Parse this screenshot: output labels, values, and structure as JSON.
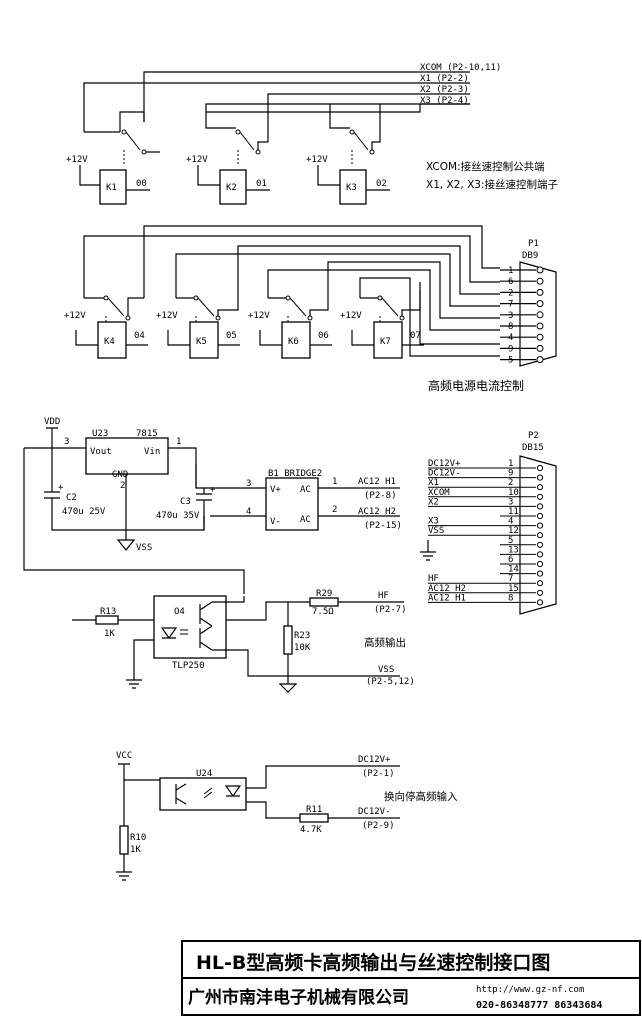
{
  "top_section": {
    "bus": {
      "xcom": "XCOM  (P2-10,11)",
      "x1": "X1    (P2-2)",
      "x2": "X2    (P2-3)",
      "x3": "X3    (P2-4)"
    },
    "relays": [
      {
        "supply": "+12V",
        "name": "K1",
        "port": "00"
      },
      {
        "supply": "+12V",
        "name": "K2",
        "port": "01"
      },
      {
        "supply": "+12V",
        "name": "K3",
        "port": "02"
      }
    ],
    "notes": {
      "xcom": "XCOM:接丝速控制公共端",
      "x123": "X1, X2, X3:接丝速控制端子"
    }
  },
  "p1_section": {
    "connector_name": "P1",
    "connector_type": "DB9",
    "relays": [
      {
        "supply": "+12V",
        "name": "K4",
        "port": "04"
      },
      {
        "supply": "+12V",
        "name": "K5",
        "port": "05"
      },
      {
        "supply": "+12V",
        "name": "K6",
        "port": "06"
      },
      {
        "supply": "+12V",
        "name": "K7",
        "port": "07"
      }
    ],
    "pins": [
      "1",
      "6",
      "2",
      "7",
      "3",
      "8",
      "4",
      "9",
      "5"
    ],
    "caption": "高频电源电流控制"
  },
  "power_section": {
    "vdd": "VDD",
    "reg_ref": "U23",
    "reg_part": "7815",
    "reg_vout": "Vout",
    "reg_vin": "Vin",
    "reg_gnd": "GND",
    "reg_pin_out": "3",
    "reg_pin_in": "1",
    "reg_pin_gnd": "2",
    "c2_name": "C2",
    "c2_value": "470u 25V",
    "c3_name": "C3",
    "c3_value": "470u 35V",
    "vss": "VSS",
    "bridge_label": "B1  BRIDGE2",
    "bridge_vplus": "V+",
    "bridge_vminus": "V-",
    "bridge_ac1": "AC",
    "bridge_ac2": "AC",
    "bridge_pin3": "3",
    "bridge_pin4": "4",
    "bridge_pin1": "1",
    "bridge_pin2": "2",
    "ac_h1": "AC12 H1",
    "ac_h1_ref": "(P2-8)",
    "ac_h2": "AC12 H2",
    "ac_h2_ref": "(P2-15)",
    "plus1": "+",
    "plus2": "+"
  },
  "p2_section": {
    "connector_name": "P2",
    "connector_type": "DB15",
    "rows": [
      {
        "signal": "DC12V+",
        "pin": "1"
      },
      {
        "signal": "DC12V-",
        "pin": "9"
      },
      {
        "signal": "X1",
        "pin": "2"
      },
      {
        "signal": "XCOM",
        "pin": "10"
      },
      {
        "signal": "X2",
        "pin": "3"
      },
      {
        "signal": "",
        "pin": "11"
      },
      {
        "signal": "X3",
        "pin": "4"
      },
      {
        "signal": "VSS",
        "pin": "12"
      },
      {
        "signal": "",
        "pin": "5"
      },
      {
        "signal": "",
        "pin": "13"
      },
      {
        "signal": "",
        "pin": "6"
      },
      {
        "signal": "",
        "pin": "14"
      },
      {
        "signal": "HF",
        "pin": "7"
      },
      {
        "signal": "AC12 H2",
        "pin": "15"
      },
      {
        "signal": "AC12 H1",
        "pin": "8"
      }
    ]
  },
  "hf_section": {
    "r13_name": "R13",
    "r13_value": "1K",
    "opto_ref": "O4",
    "opto_part": "TLP250",
    "r29_name": "R29",
    "r29_value": "7.5Ω",
    "r23_name": "R23",
    "r23_value": "10K",
    "hf_label": "HF",
    "hf_ref": "(P2-7)",
    "vss_label": "VSS",
    "vss_ref": "(P2-5,12)",
    "caption": "高频输出"
  },
  "input_section": {
    "vcc": "VCC",
    "opto_ref": "U24",
    "r10_name": "R10",
    "r10_value": "1K",
    "r11_name": "R11",
    "r11_value": "4.7K",
    "dcp": "DC12V+",
    "dcp_ref": "(P2-1)",
    "dcm": "DC12V-",
    "dcm_ref": "(P2-9)",
    "caption": "换向停高频输入"
  },
  "title_block": {
    "title": "HL-B型高频卡高频输出与丝速控制接口图",
    "company": "广州市南沣电子机械有限公司",
    "url": "http://www.gz-nf.com",
    "phone": "020-86348777  86343684"
  }
}
